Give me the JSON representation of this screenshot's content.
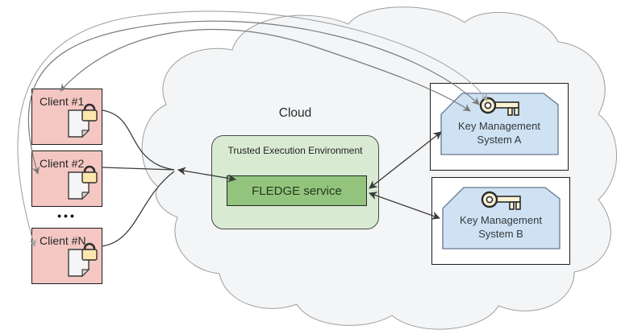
{
  "diagram": {
    "cloud_label": "Cloud",
    "tee": {
      "label": "Trusted Execution Environment"
    },
    "fledge": {
      "label": "FLEDGE service"
    },
    "clients": [
      {
        "label": "Client #1"
      },
      {
        "label": "Client #2"
      },
      {
        "label": "Client #N"
      }
    ],
    "ellipsis": "•••",
    "kms_systems": [
      {
        "name_line1": "Key Management",
        "name_line2": "System A"
      },
      {
        "name_line1": "Key Management",
        "name_line2": "System B"
      }
    ],
    "icons": {
      "client_attachment": "encrypted-document-with-lock",
      "kms_badge": "key"
    },
    "colors": {
      "client_fill": "#f4c7c3",
      "tee_fill": "#d9ead3",
      "fledge_fill": "#93c47d",
      "kms_fill": "#cfe2f3",
      "cloud_fill": "#f3f5f7",
      "lock_fill": "#fbe7ae",
      "key_fill": "#fdf3d3",
      "arrow_dark": "#3b3b3b",
      "arrow_gray": "#7a7a7a"
    }
  }
}
